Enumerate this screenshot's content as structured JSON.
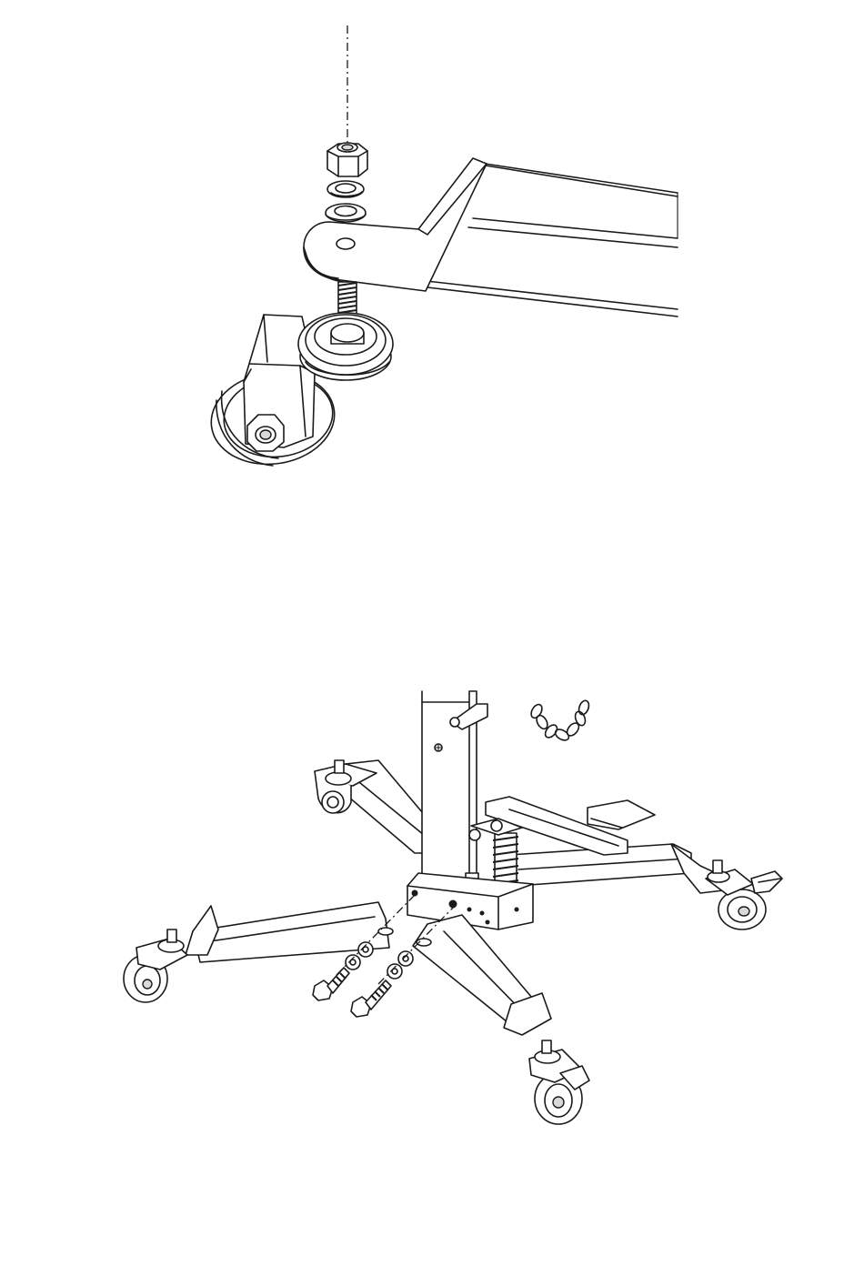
{
  "figures": [
    {
      "id": "caster-assembly-detail",
      "parts": [
        "lock-nut",
        "spring-washer",
        "flat-washer",
        "leg-bracket",
        "threaded-stud",
        "swivel-caster"
      ]
    },
    {
      "id": "base-assembly",
      "parts": [
        "center-column",
        "pump-block",
        "foot-pedal",
        "return-spring",
        "safety-chain",
        "four-legs",
        "bolts",
        "washers",
        "casters"
      ]
    }
  ],
  "colors": {
    "line": "#1a1a1a",
    "background": "#ffffff",
    "shade": "#d9d9d9"
  }
}
